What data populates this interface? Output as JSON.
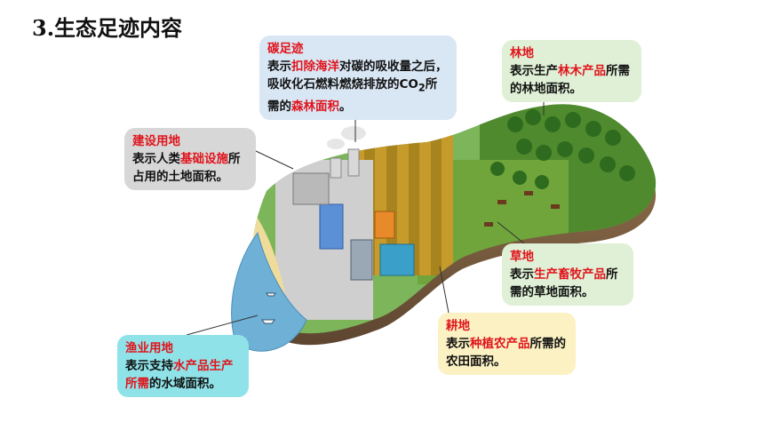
{
  "title": "3.生态足迹内容",
  "boxes": {
    "carbon": {
      "head": "碳足迹",
      "t1": "表示",
      "h1": "扣除海洋",
      "t2": "对碳的吸收量之后，吸收化石燃料燃烧排放的CO",
      "sub": "2",
      "t3": "所需的",
      "h2": "森林面积",
      "t4": "。"
    },
    "forest": {
      "head": "林地",
      "t1": "表示生产",
      "h1": "林木产品",
      "t2": "所需的林地面积。"
    },
    "build": {
      "head": "建设用地",
      "t1": "表示人类",
      "h1": "基础设施",
      "t2": "所占用的土地面积。"
    },
    "grass": {
      "head": "草地",
      "t1": "表示",
      "h1": "生产畜牧产品",
      "t2": "所需的草地面积。"
    },
    "farm": {
      "head": "耕地",
      "t1": "表示",
      "h1": "种植农产品",
      "t2": "所需的农田面积。"
    },
    "fish": {
      "head": "渔业用地",
      "t1": "表示支持",
      "h1": "水产品生产所需",
      "t2": "的水域面积。"
    }
  },
  "colors": {
    "highlight": "#e0141c",
    "water": "#6fb0d6",
    "forest": "#4f8a2e",
    "farm": "#c79a2c",
    "soil": "#8a6a45"
  }
}
